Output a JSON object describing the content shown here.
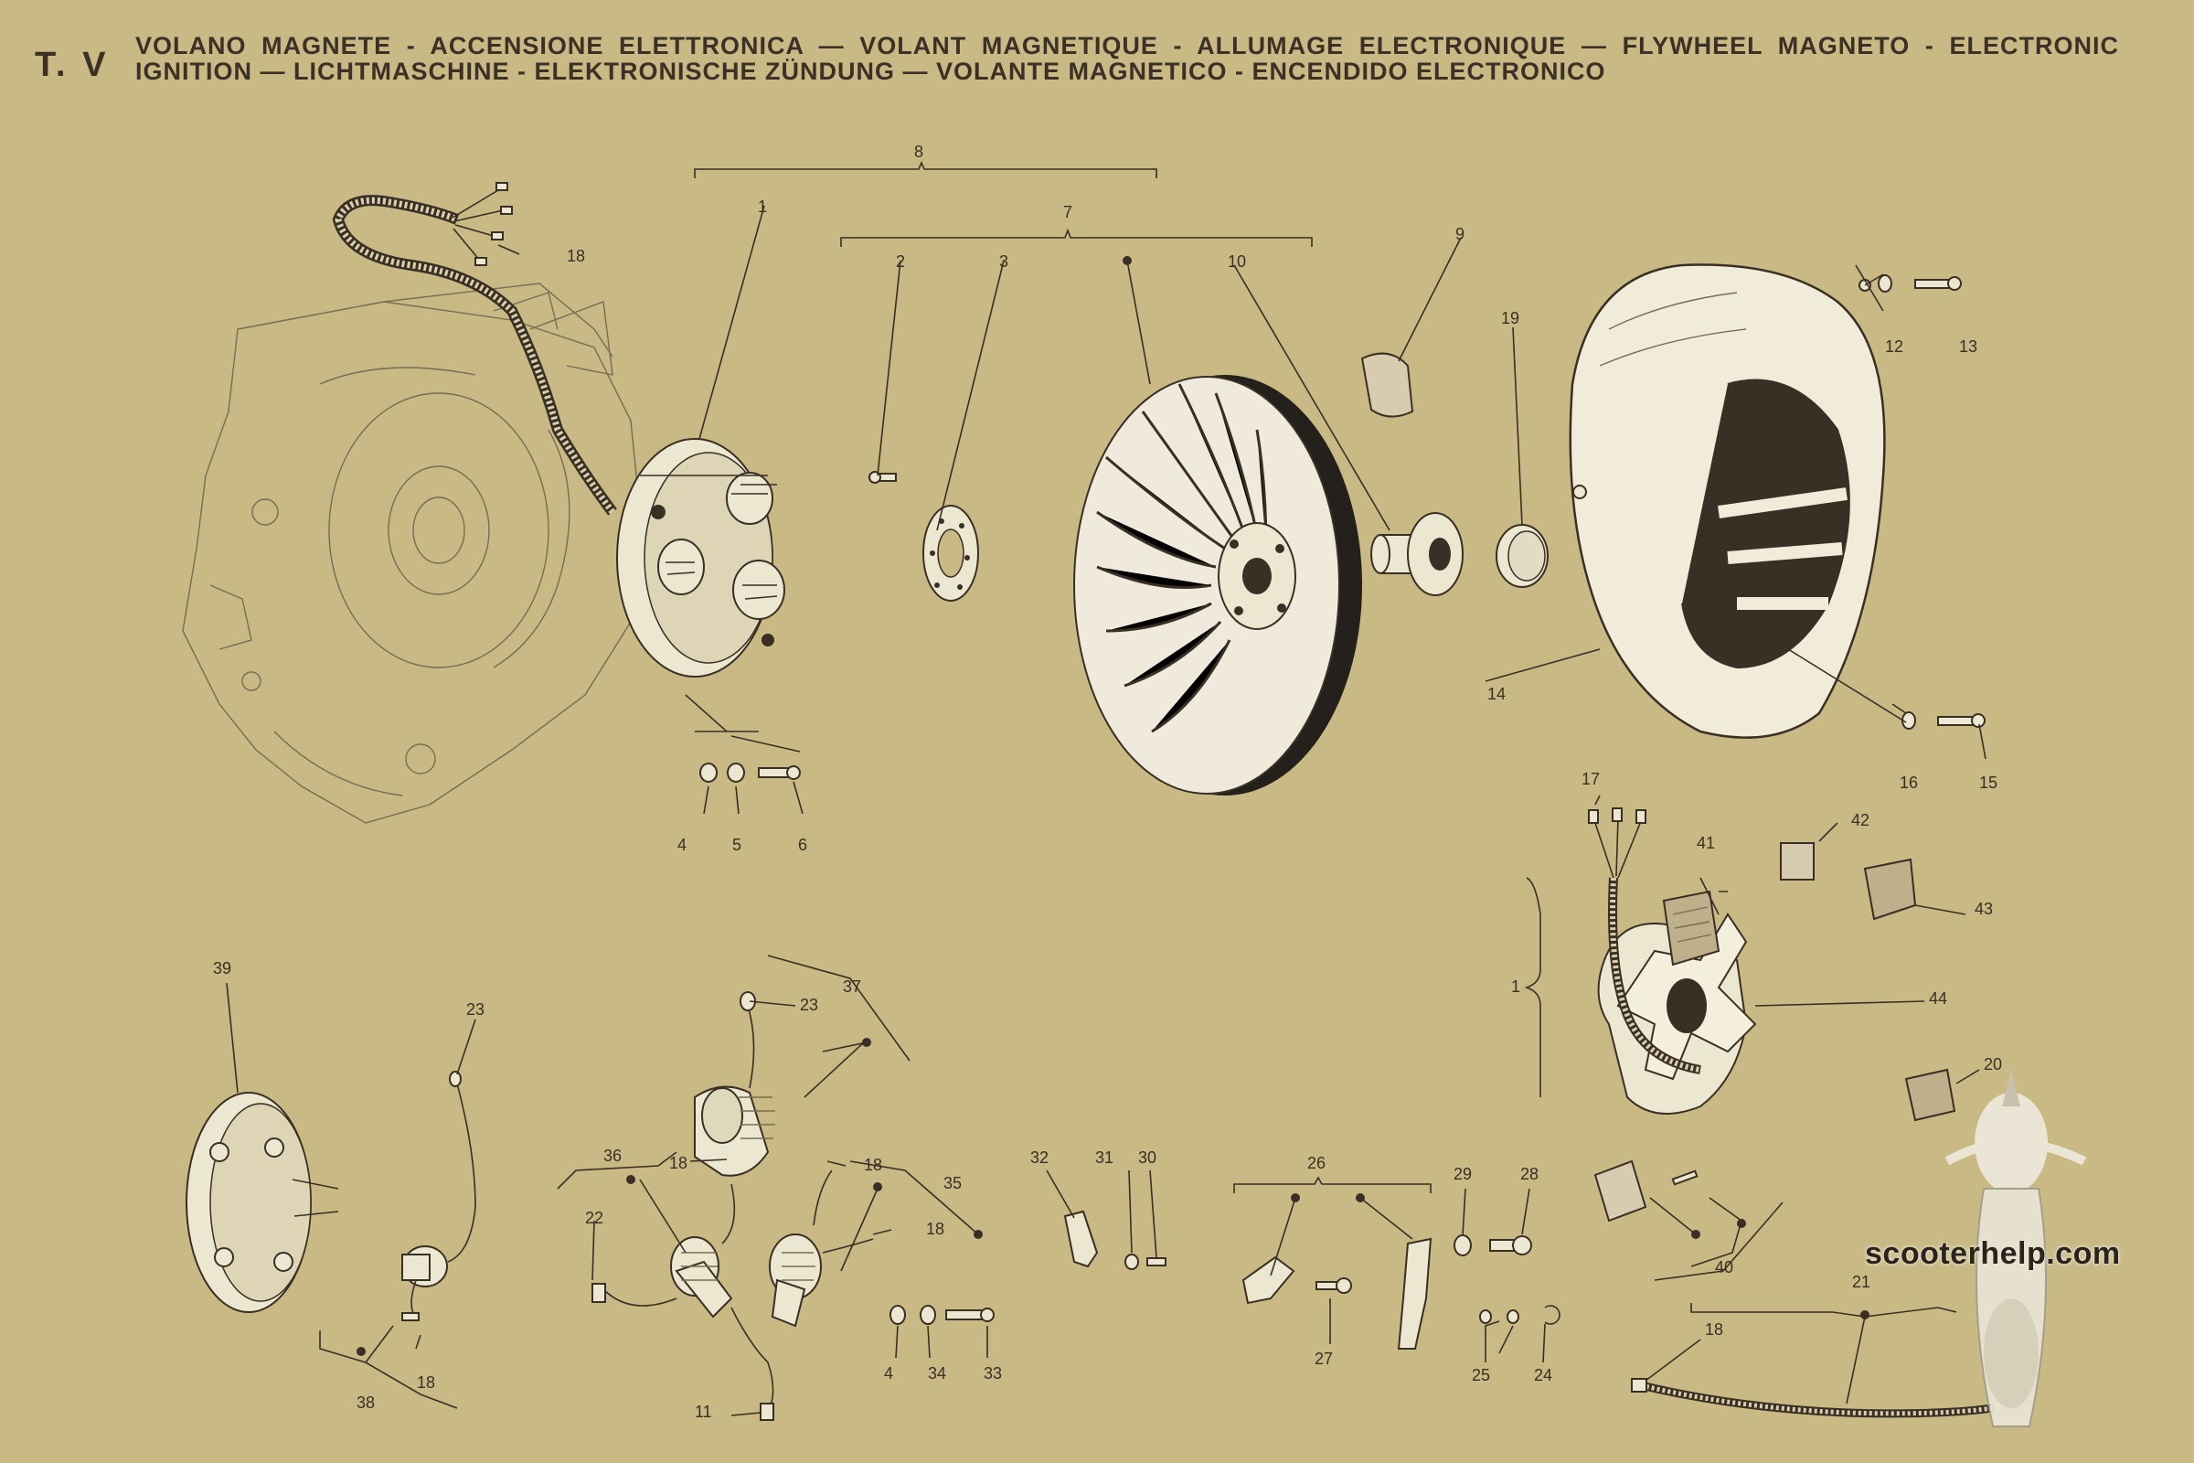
{
  "header": {
    "plate": "T. V",
    "title_line1": "VOLANO MAGNETE - ACCENSIONE ELETTRONICA — VOLANT MAGNETIQUE - ALLUMAGE ELECTRONIQUE — FLYWHEEL MAGNETO - ELECTRONIC",
    "title_line2": "IGNITION — LICHTMASCHINE - ELEKTRONISCHE ZÜNDUNG — VOLANTE MAGNETICO - ENCENDIDO ELECTRONICO"
  },
  "watermark": "scooterhelp.com",
  "callouts": [
    {
      "id": "c8",
      "text": "8"
    },
    {
      "id": "c1",
      "text": "1"
    },
    {
      "id": "c7",
      "text": "7"
    },
    {
      "id": "c2",
      "text": "2"
    },
    {
      "id": "c3",
      "text": "3"
    },
    {
      "id": "c10",
      "text": "10"
    },
    {
      "id": "c9",
      "text": "9"
    },
    {
      "id": "c19",
      "text": "19"
    },
    {
      "id": "c18a",
      "text": "18"
    },
    {
      "id": "c12",
      "text": "12"
    },
    {
      "id": "c13",
      "text": "13"
    },
    {
      "id": "c14",
      "text": "14"
    },
    {
      "id": "c16",
      "text": "16"
    },
    {
      "id": "c15",
      "text": "15"
    },
    {
      "id": "c4a",
      "text": "4"
    },
    {
      "id": "c5",
      "text": "5"
    },
    {
      "id": "c6",
      "text": "6"
    },
    {
      "id": "c17",
      "text": "17"
    },
    {
      "id": "c42",
      "text": "42"
    },
    {
      "id": "c41",
      "text": "41"
    },
    {
      "id": "c43",
      "text": "43"
    },
    {
      "id": "c1b",
      "text": "1"
    },
    {
      "id": "c44",
      "text": "44"
    },
    {
      "id": "c20",
      "text": "20"
    },
    {
      "id": "c39",
      "text": "39"
    },
    {
      "id": "c23a",
      "text": "23"
    },
    {
      "id": "c37",
      "text": "37"
    },
    {
      "id": "c23b",
      "text": "23"
    },
    {
      "id": "c36",
      "text": "36"
    },
    {
      "id": "c18b",
      "text": "18"
    },
    {
      "id": "c18c",
      "text": "18"
    },
    {
      "id": "c35",
      "text": "35"
    },
    {
      "id": "c22",
      "text": "22"
    },
    {
      "id": "c18d",
      "text": "18"
    },
    {
      "id": "c38",
      "text": "38"
    },
    {
      "id": "c18e",
      "text": "18"
    },
    {
      "id": "c11",
      "text": "11"
    },
    {
      "id": "c4b",
      "text": "4"
    },
    {
      "id": "c34",
      "text": "34"
    },
    {
      "id": "c33",
      "text": "33"
    },
    {
      "id": "c32",
      "text": "32"
    },
    {
      "id": "c31",
      "text": "31"
    },
    {
      "id": "c30",
      "text": "30"
    },
    {
      "id": "c26",
      "text": "26"
    },
    {
      "id": "c29",
      "text": "29"
    },
    {
      "id": "c28",
      "text": "28"
    },
    {
      "id": "c27",
      "text": "27"
    },
    {
      "id": "c25",
      "text": "25"
    },
    {
      "id": "c24",
      "text": "24"
    },
    {
      "id": "c40",
      "text": "40"
    },
    {
      "id": "c21",
      "text": "21"
    },
    {
      "id": "c18f",
      "text": "18"
    }
  ]
}
